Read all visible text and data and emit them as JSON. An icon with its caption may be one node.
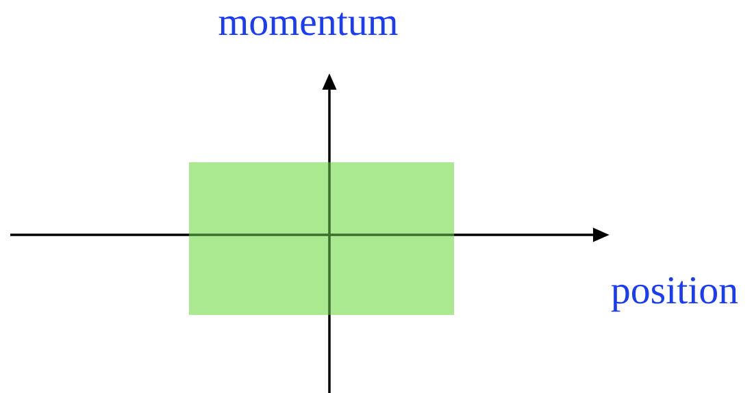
{
  "diagram": {
    "nodes": [
      {
        "text": [],
        "shape": "box"
      }
    ],
    "labels": [
      "momentum",
      "position"
    ]
  }
}
